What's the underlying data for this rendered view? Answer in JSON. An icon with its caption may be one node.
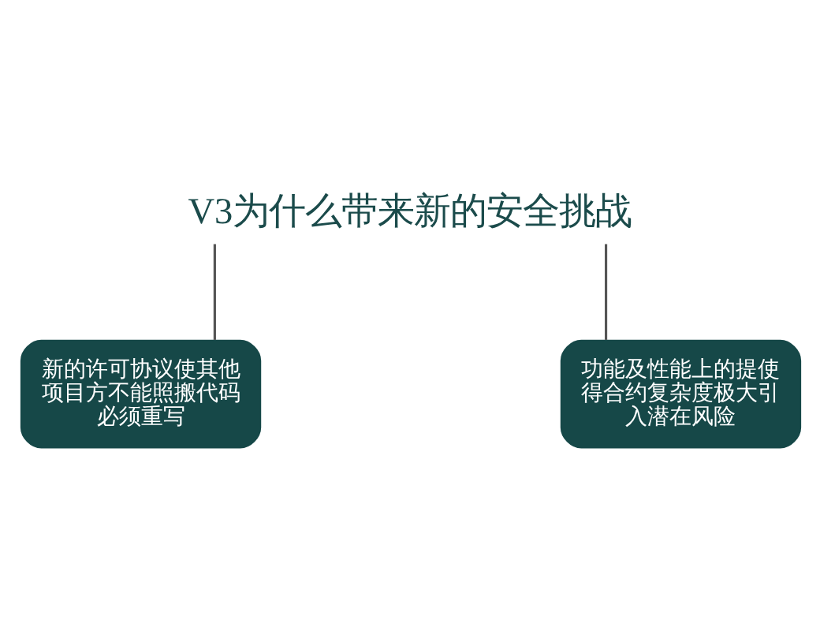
{
  "diagram": {
    "nodes": [
      {
        "text": [
          "V3为什么带来新的安全挑战"
        ]
      },
      {
        "text": [
          "新的许可协议使其他项目方不能照搬代码必须重写"
        ]
      },
      {
        "text": [
          "功能及性能上的提使得合约复杂度极大引入潜在风险"
        ]
      }
    ],
    "edges": [
      {
        "from": 0,
        "to": 1,
        "arrow": "none"
      },
      {
        "from": 0,
        "to": 2,
        "arrow": "none"
      }
    ]
  }
}
